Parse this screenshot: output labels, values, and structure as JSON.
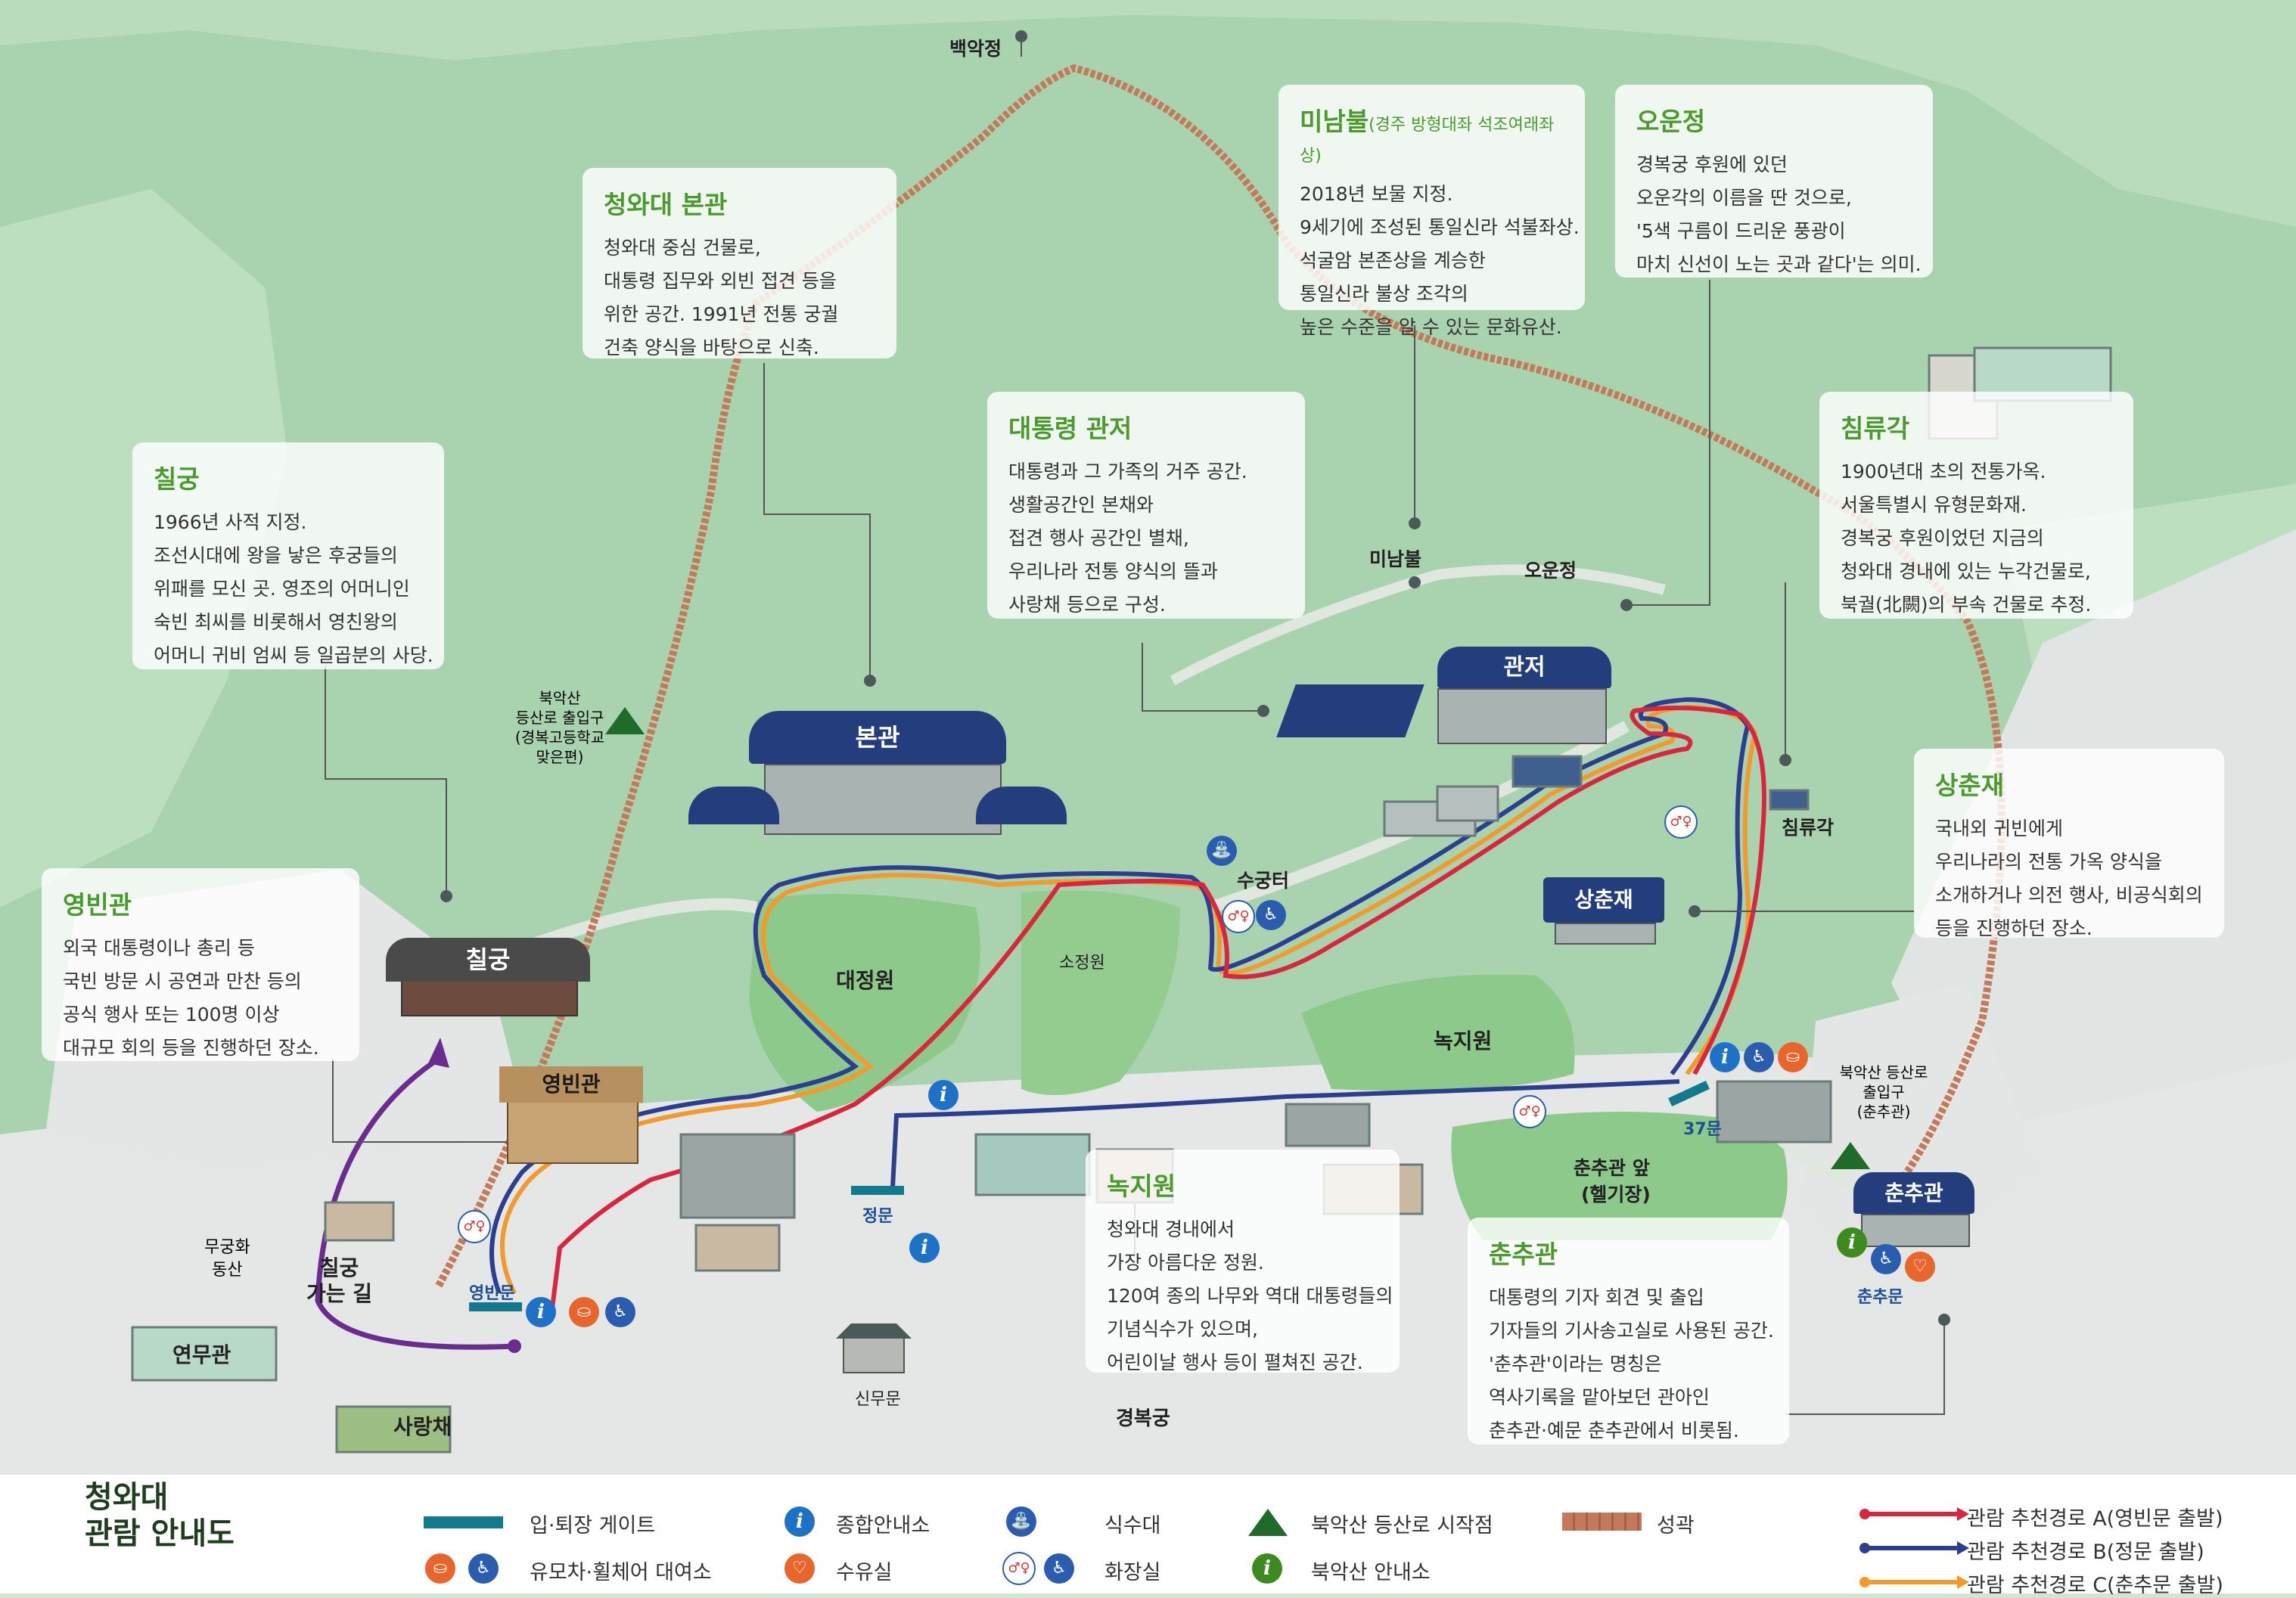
{
  "info_boxes": {
    "bonkwan": {
      "title": "청와대 본관",
      "lines": [
        "청와대 중심 건물로,",
        "대통령 집무와 외빈 접견 등을",
        "위한 공간. 1991년 전통 궁궐",
        "건축 양식을 바탕으로 신축."
      ]
    },
    "minambul": {
      "title": "미남불",
      "title_note": "(경주 방형대좌 석조여래좌상)",
      "lines": [
        "2018년 보물 지정.",
        "9세기에 조성된 통일신라 석불좌상.",
        "석굴암 본존상을 계승한",
        "통일신라 불상 조각의",
        "높은 수준을 알 수 있는 문화유산."
      ]
    },
    "oungjeong": {
      "title": "오운정",
      "lines": [
        "경복궁 후원에 있던",
        "오운각의 이름을 딴 것으로,",
        "'5색 구름이 드리운 풍광이",
        "마치 신선이 노는 곳과 같다'는 의미."
      ]
    },
    "chilgung": {
      "title": "칠궁",
      "lines": [
        "1966년 사적 지정.",
        "조선시대에 왕을 낳은 후궁들의",
        "위패를 모신 곳. 영조의 어머니인",
        "숙빈 최씨를 비롯해서 영친왕의",
        "어머니 귀비 엄씨 등 일곱분의 사당."
      ]
    },
    "gwanjeo": {
      "title": "대통령 관저",
      "lines": [
        "대통령과 그 가족의 거주 공간.",
        "생활공간인 본채와",
        "접견 행사 공간인 별채,",
        "우리나라 전통 양식의 뜰과",
        "사랑채 등으로 구성."
      ]
    },
    "chimnyugak": {
      "title": "침류각",
      "lines": [
        "1900년대 초의 전통가옥.",
        "서울특별시 유형문화재.",
        "경복궁 후원이었던 지금의",
        "청와대 경내에 있는 누각건물로,",
        "북궐(北闕)의 부속 건물로 추정."
      ]
    },
    "sangchunjae": {
      "title": "상춘재",
      "lines": [
        "국내외 귀빈에게",
        "우리나라의 전통 가옥 양식을",
        "소개하거나 의전 행사, 비공식회의",
        "등을 진행하던 장소."
      ]
    },
    "yeongbingwan": {
      "title": "영빈관",
      "lines": [
        "외국 대통령이나 총리 등",
        "국빈 방문 시 공연과 만찬 등의",
        "공식 행사 또는 100명 이상",
        "대규모 회의 등을 진행하던 장소."
      ]
    },
    "nokjiwon": {
      "title": "녹지원",
      "lines": [
        "청와대 경내에서",
        "가장 아름다운 정원.",
        "120여 종의 나무와 역대 대통령들의",
        "기념식수가 있으며,",
        "어린이날 행사 등이 펼쳐진 공간."
      ]
    },
    "chunchugwan": {
      "title": "춘추관",
      "lines": [
        "대통령의 기자 회견 및 출입",
        "기자들의 기사송고실로 사용된 공간.",
        "'춘추관'이라는 명칭은",
        "역사기록을 맡아보던 관아인",
        "춘추관·예문 춘추관에서 비롯됨."
      ]
    }
  },
  "buildings": {
    "bonkwan": "본관",
    "gwanjeo": "관저",
    "chilgung": "칠궁",
    "yeongbingwan": "영빈관",
    "sangchunjae": "상춘재",
    "chunchugwan": "춘추관",
    "yeonmugwan": "연무관",
    "sarangchae": "사랑채"
  },
  "map_labels": {
    "baegakjeong": "백악정",
    "minambul": "미남불",
    "oungjeong": "오운정",
    "chimnyugak": "침류각",
    "sugungteo": "수궁터",
    "daejeongwon": "대정원",
    "sojeongwon": "소정원",
    "nokjiwon": "녹지원",
    "heliport_1": "춘추관 앞",
    "heliport_2": "(헬기장)",
    "trail_west": [
      "북악산",
      "등산로 출입구",
      "(경복고등학교",
      "맞은편)"
    ],
    "trail_east": [
      "북악산 등산로",
      "출입구",
      "(춘추관)"
    ],
    "mugunghwa": [
      "무궁화",
      "동산"
    ],
    "chilgung_road": [
      "칠궁",
      "가는 길"
    ],
    "gate_yeongbin": "영빈문",
    "gate_jeong": "정문",
    "gate_37": "37문",
    "gate_chunchu": "춘추문",
    "sinmu": "신무문",
    "gyeongbokgung": "경복궁"
  },
  "icons": {
    "info": "i",
    "trail_info": "i",
    "route_start": "●",
    "water": "water-fountain-icon",
    "wc": "restroom-icon",
    "wheelchair": "wheelchair-icon",
    "stroller": "stroller-icon",
    "nursing": "nursing-room-icon"
  },
  "legend": {
    "title_1": "청와대",
    "title_2": "관람 안내도",
    "gate": "입·퇴장 게이트",
    "info": "종합안내소",
    "water": "식수대",
    "trail_start": "북악산 등산로 시작점",
    "wall": "성곽",
    "stroller": "유모차·휠체어 대여소",
    "nursing": "수유실",
    "restroom": "화장실",
    "trail_info": "북악산 안내소",
    "route_a": "관람 추천경로 A(영빈문 출발)",
    "route_b": "관람 추천경로 B(정문 출발)",
    "route_c": "관람 추천경로 C(춘추문 출발)"
  },
  "colors": {
    "route_a": "#d9253e",
    "route_b": "#2c3e8f",
    "route_c": "#f39a2c",
    "wall": "#c4795a",
    "roof": "#243e7d",
    "gate": "#127a8c",
    "info": "#1d72c8",
    "title_green": "#4a9a2e",
    "purple": "#6a2d8f"
  }
}
